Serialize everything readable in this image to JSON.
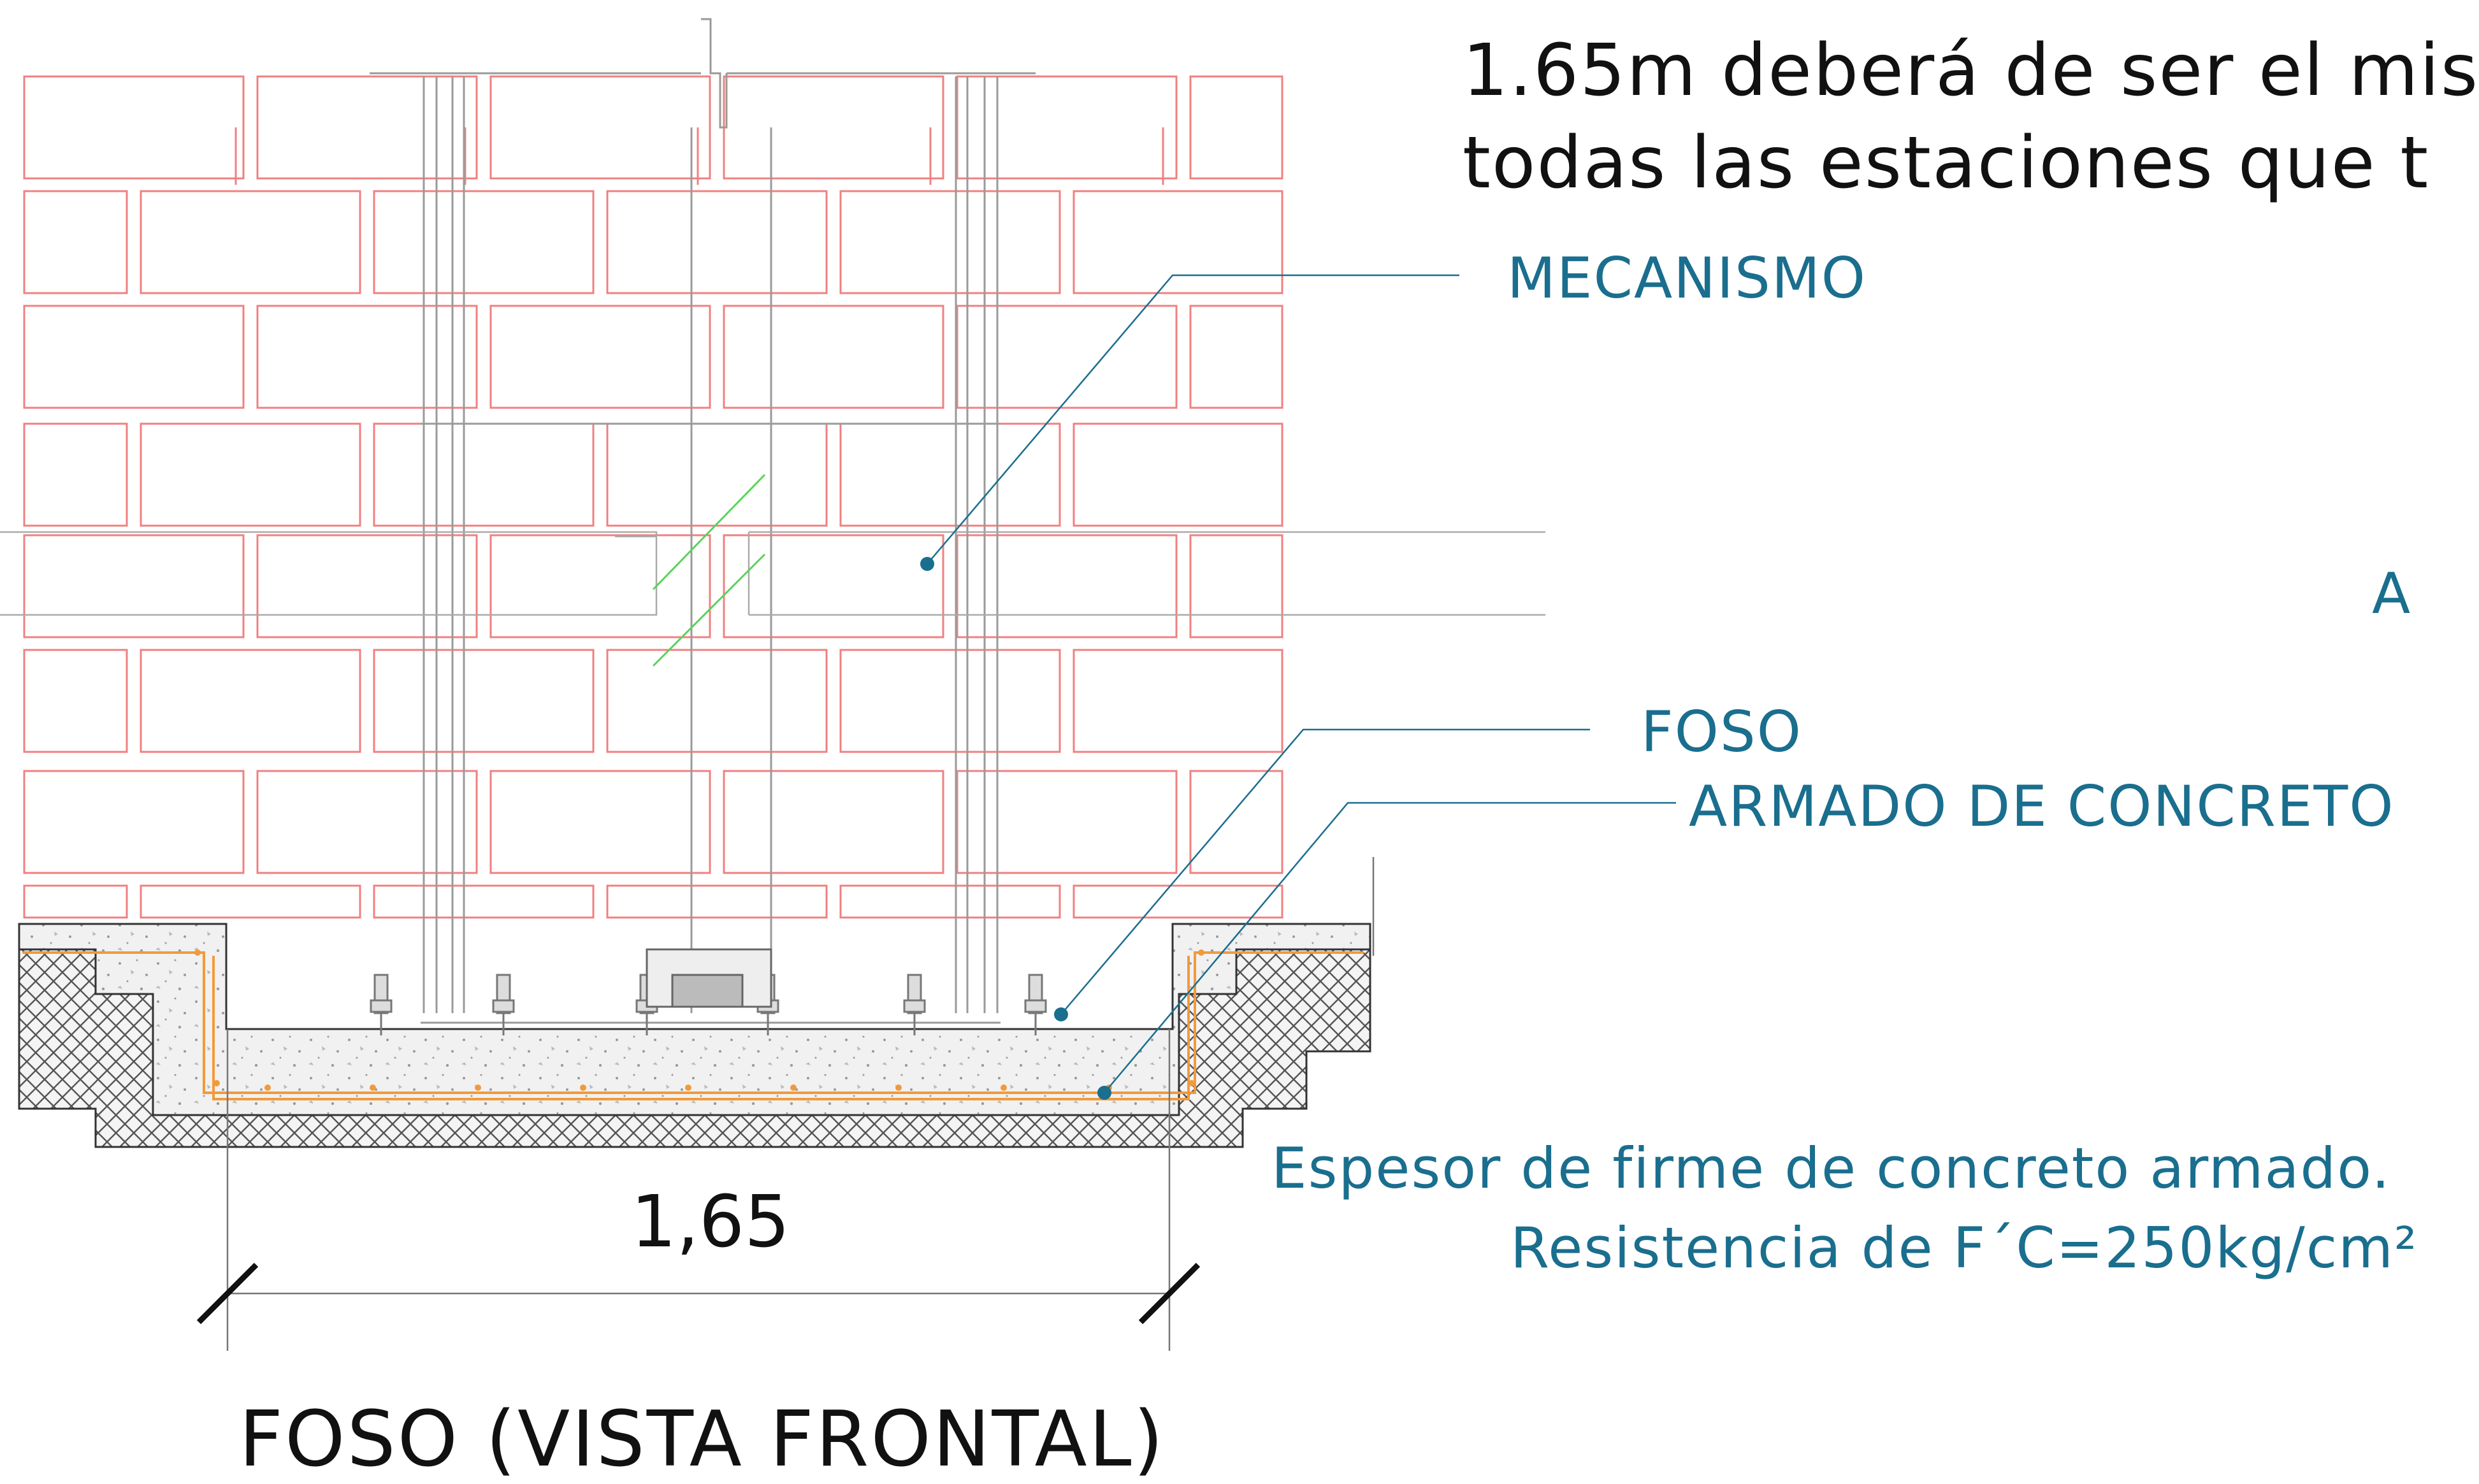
{
  "notes": {
    "line1": "1.65m deberá de ser el mis",
    "line2": "todas las estaciones que t"
  },
  "labels": {
    "mecanismo": "MECANISMO",
    "foso": "FOSO",
    "armado": "ARMADO DE CONCRETO",
    "edge_a": "A",
    "espesor": "Espesor de firme de concreto armado.",
    "resistencia": "Resistencia de F´C=250kg/cm²"
  },
  "dimension": {
    "value": "1,65"
  },
  "title": "FOSO (VISTA FRONTAL)",
  "colors": {
    "brick": "#f08080",
    "leader": "#1a6e8e",
    "rebar": "#f29a3a",
    "break_line": "#5ad35a",
    "concrete": "#e8e8e8",
    "hatch": "#555555",
    "text": "#111111"
  }
}
